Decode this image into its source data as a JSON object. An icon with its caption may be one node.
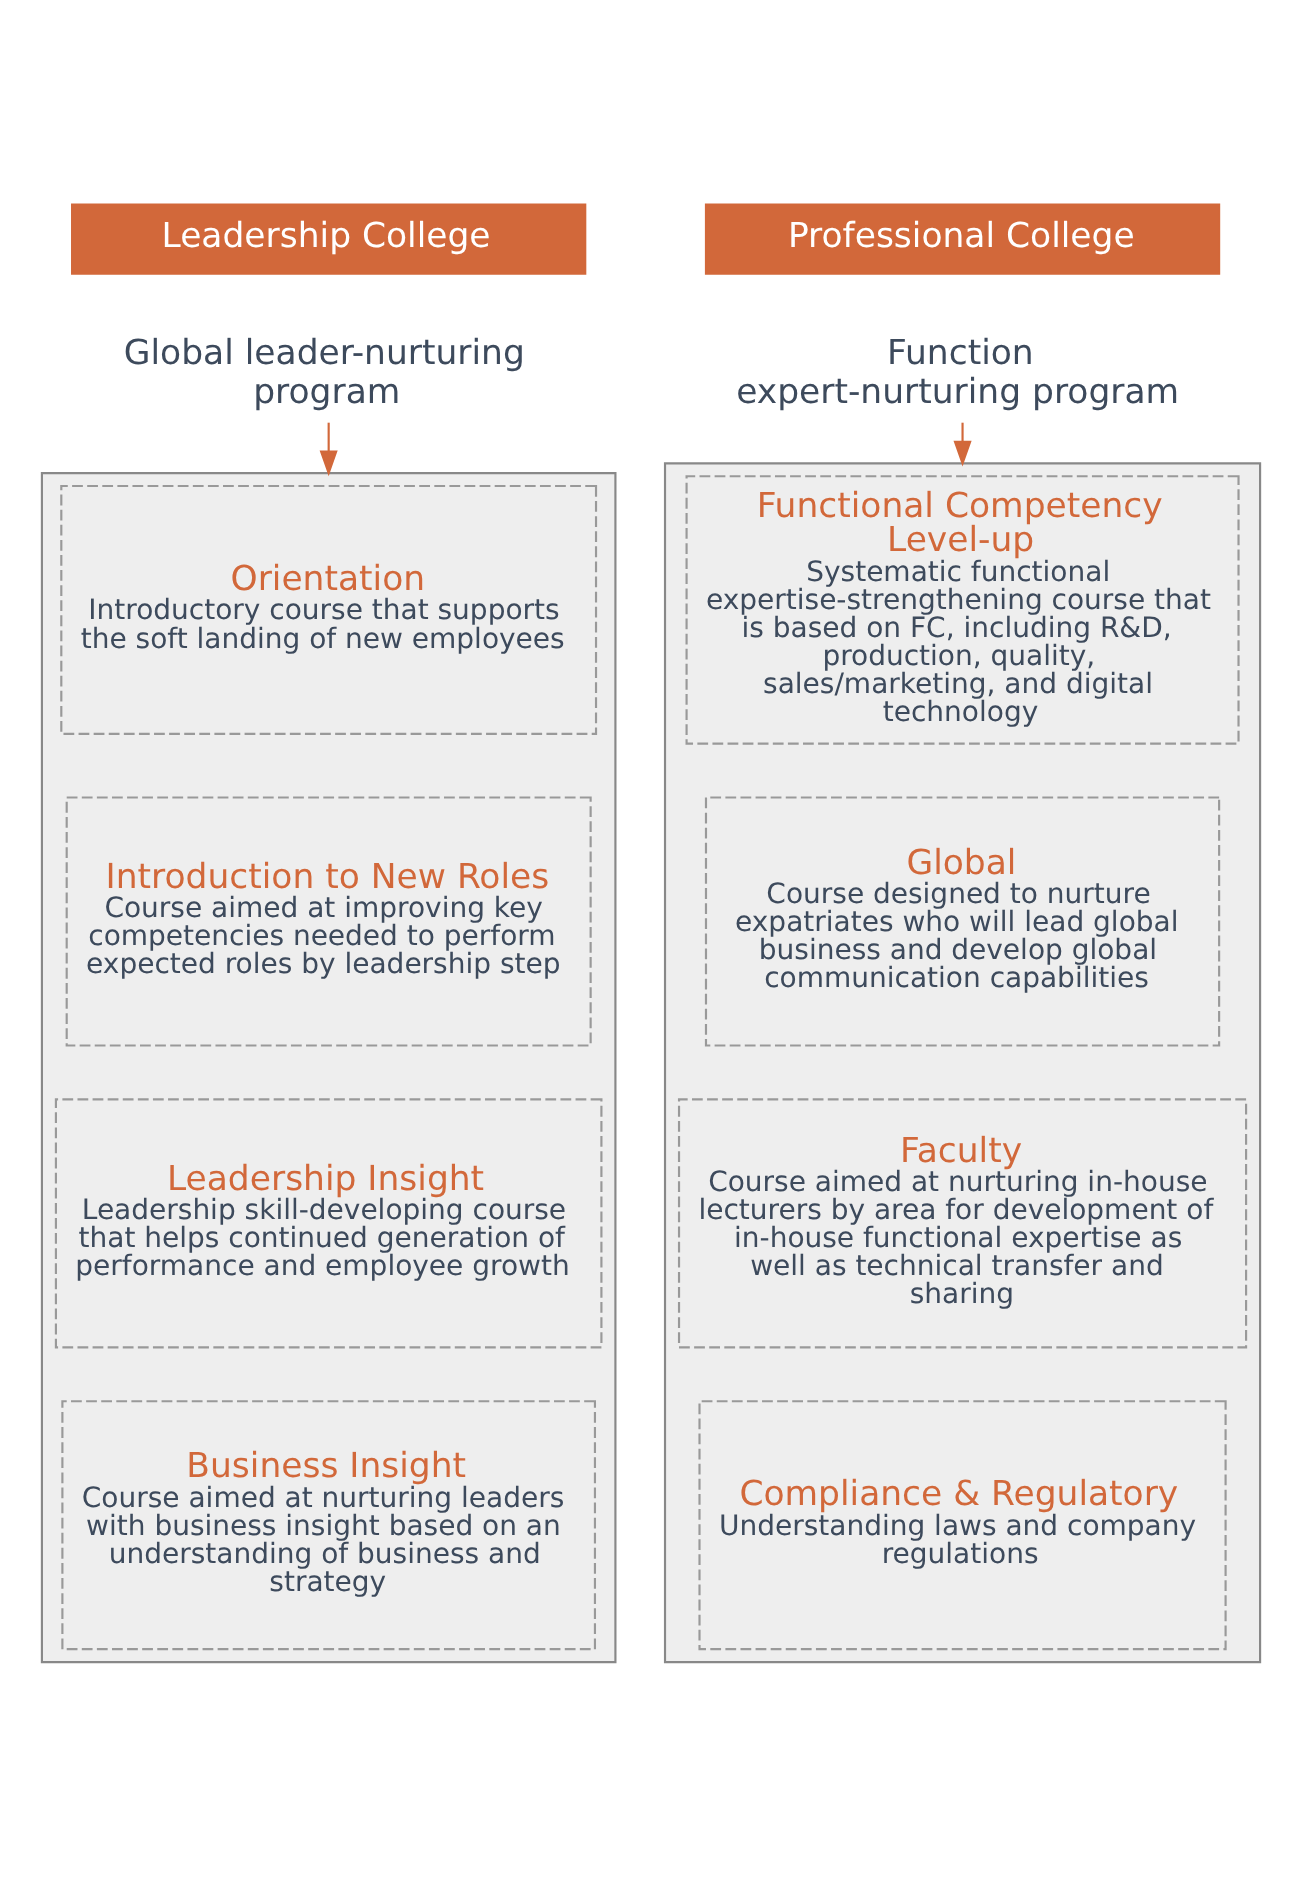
{
  "diagram": {
    "nodes": [
      {
        "text": [
          "Leadership College"
        ]
      },
      {
        "text": [
          "Global leader-nurturing program"
        ]
      },
      {
        "text": [],
        "shape": "box"
      },
      {
        "text": [
          "Orientation",
          "Introductory course that supports the soft landing of new employees"
        ],
        "in": 2
      },
      {
        "text": [
          "Introduction to New Roles",
          "Course aimed at improving key competencies needed to perform expected roles by leadership step"
        ],
        "in": 2
      },
      {
        "text": [
          "Leadership Insight",
          "Leadership skill-developing course that helps continued generation of performance and employee growth"
        ],
        "in": 2
      },
      {
        "text": [
          "Business Insight",
          "Course aimed at nurturing leaders with business insight based on an understanding of business and strategy"
        ],
        "in": 2
      },
      {
        "text": [
          "Professional College"
        ]
      },
      {
        "text": [
          "Function expert-nurturing program"
        ]
      },
      {
        "text": [],
        "shape": "box"
      },
      {
        "text": [
          "Functional Competency Level-up",
          "Systematic functional expertise-strengthening course that is based on FC, including R&D, production, quality, sales/marketing, and digital technology"
        ],
        "in": 9
      },
      {
        "text": [
          "Global",
          "Course designed to nurture expatriates who will lead global business and develop global communication capabilities"
        ],
        "in": 9
      },
      {
        "text": [
          "Faculty",
          "Course aimed at nurturing in-house lecturers by area for development of in-house functional expertise as well as technical transfer and sharing"
        ],
        "in": 9
      },
      {
        "text": [
          "Compliance & Regulatory",
          "Understanding laws and company regulations"
        ],
        "in": 9
      }
    ],
    "edges": [
      {
        "from": 1,
        "to": 2,
        "arrow": "to"
      },
      {
        "from": 8,
        "to": 9,
        "arrow": "to"
      }
    ]
  }
}
